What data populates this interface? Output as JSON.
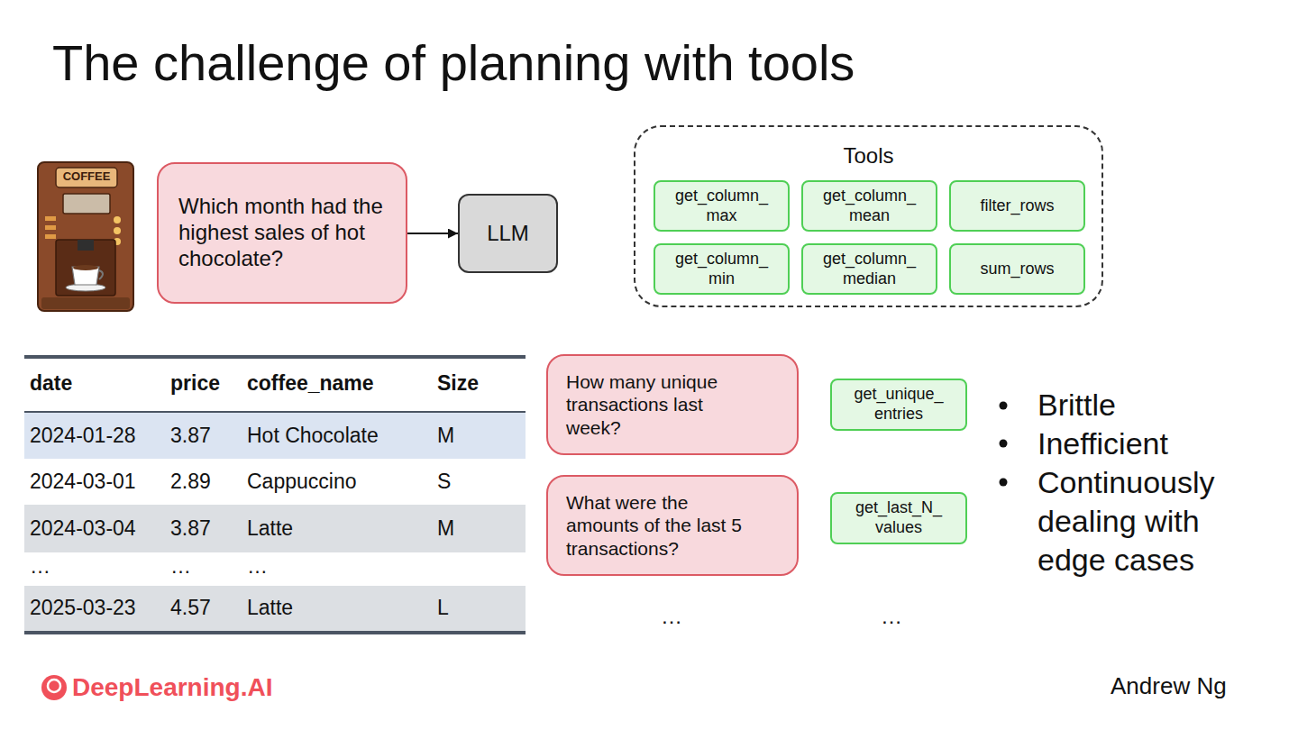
{
  "diagram": {
    "title": "The challenge of planning with tools",
    "nodes": [
      {
        "text": [
          "Which month had the highest sales of hot chocolate?"
        ]
      },
      {
        "text": [
          "LLM"
        ]
      },
      {
        "text": [
          "Tools"
        ]
      },
      {
        "text": [
          "get_column_ max"
        ],
        "in": 2
      },
      {
        "text": [
          "get_column_ mean"
        ],
        "in": 2
      },
      {
        "text": [
          "filter_rows"
        ],
        "in": 2
      },
      {
        "text": [
          "get_column_ min"
        ],
        "in": 2
      },
      {
        "text": [
          "get_column_ median"
        ],
        "in": 2
      },
      {
        "text": [
          "sum_rows"
        ],
        "in": 2
      },
      {
        "text": [
          "How many unique transactions last week?"
        ]
      },
      {
        "text": [
          "get_unique_ entries"
        ]
      },
      {
        "text": [
          "What were the amounts of the last 5 transactions?"
        ]
      },
      {
        "text": [
          "get_last_N_ values"
        ]
      }
    ],
    "edges": [
      {
        "from": 0,
        "to": 1,
        "arrow": "to"
      }
    ],
    "labels": [
      "COFFEE",
      "date",
      "price",
      "coffee_name",
      "Size",
      "2024-01-28",
      "3.87",
      "Hot Chocolate",
      "M",
      "2024-03-01",
      "2.89",
      "Cappuccino",
      "S",
      "2024-03-04",
      "3.87",
      "Latte",
      "M",
      "…",
      "…",
      "…",
      "2025-03-23",
      "4.57",
      "Latte",
      "L",
      "…",
      "…",
      "Brittle",
      "Inefficient",
      "Continuously dealing with edge cases",
      "DeepLearning.AI",
      "Andrew Ng"
    ]
  }
}
